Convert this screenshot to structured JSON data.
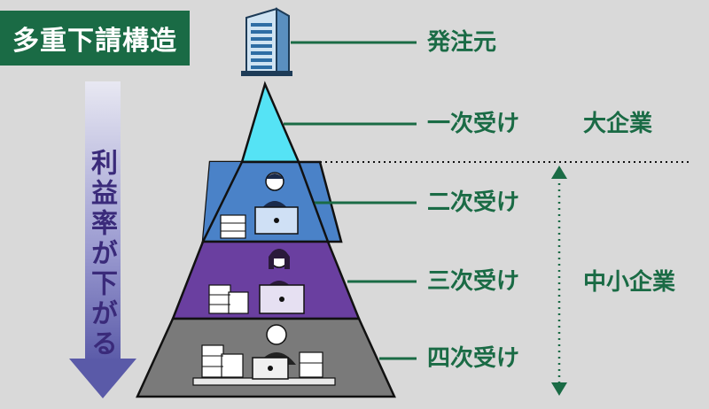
{
  "title": "多重下請構造",
  "side_arrow_label": "利益率が下がる",
  "tiers": [
    {
      "label": "発注元",
      "color": "#00ffff"
    },
    {
      "label": "一次受け",
      "color": "#55e3f5"
    },
    {
      "label": "二次受け",
      "color": "#4a82c8"
    },
    {
      "label": "三次受け",
      "color": "#6a3fa0"
    },
    {
      "label": "四次受け",
      "color": "#7a7a7a"
    }
  ],
  "groups": {
    "large": "大企業",
    "small": "中小企業"
  },
  "colors": {
    "accent_green": "#1a6b45",
    "arrow_purple": "#6b6bb5"
  }
}
